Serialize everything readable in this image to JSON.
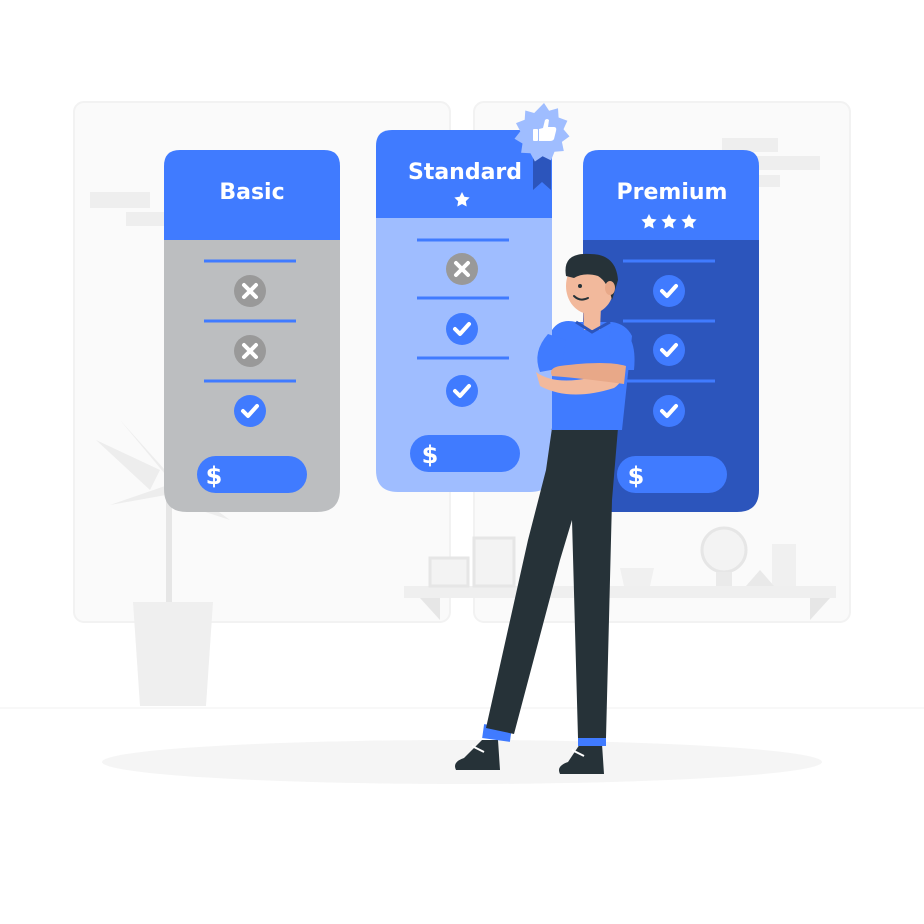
{
  "colors": {
    "accent": "#407BFF",
    "basic_body": "#BCBEC0",
    "standard_body": "#9FBDFF",
    "premium_body": "#2C55BC",
    "cross_circle": "#999999",
    "background_shapes": "#F5F5F5",
    "pants": "#263238"
  },
  "plans": [
    {
      "name": "Basic",
      "stars": 0,
      "features": [
        "cross",
        "cross",
        "check"
      ],
      "price_symbol": "$"
    },
    {
      "name": "Standard",
      "stars": 1,
      "features": [
        "cross",
        "check",
        "check"
      ],
      "price_symbol": "$",
      "badge_icon": "thumbs-up-icon"
    },
    {
      "name": "Premium",
      "stars": 3,
      "features": [
        "check",
        "check",
        "check"
      ],
      "price_symbol": "$"
    }
  ],
  "icons": {
    "cross": "cross-icon",
    "check": "check-icon",
    "star": "star-icon"
  }
}
